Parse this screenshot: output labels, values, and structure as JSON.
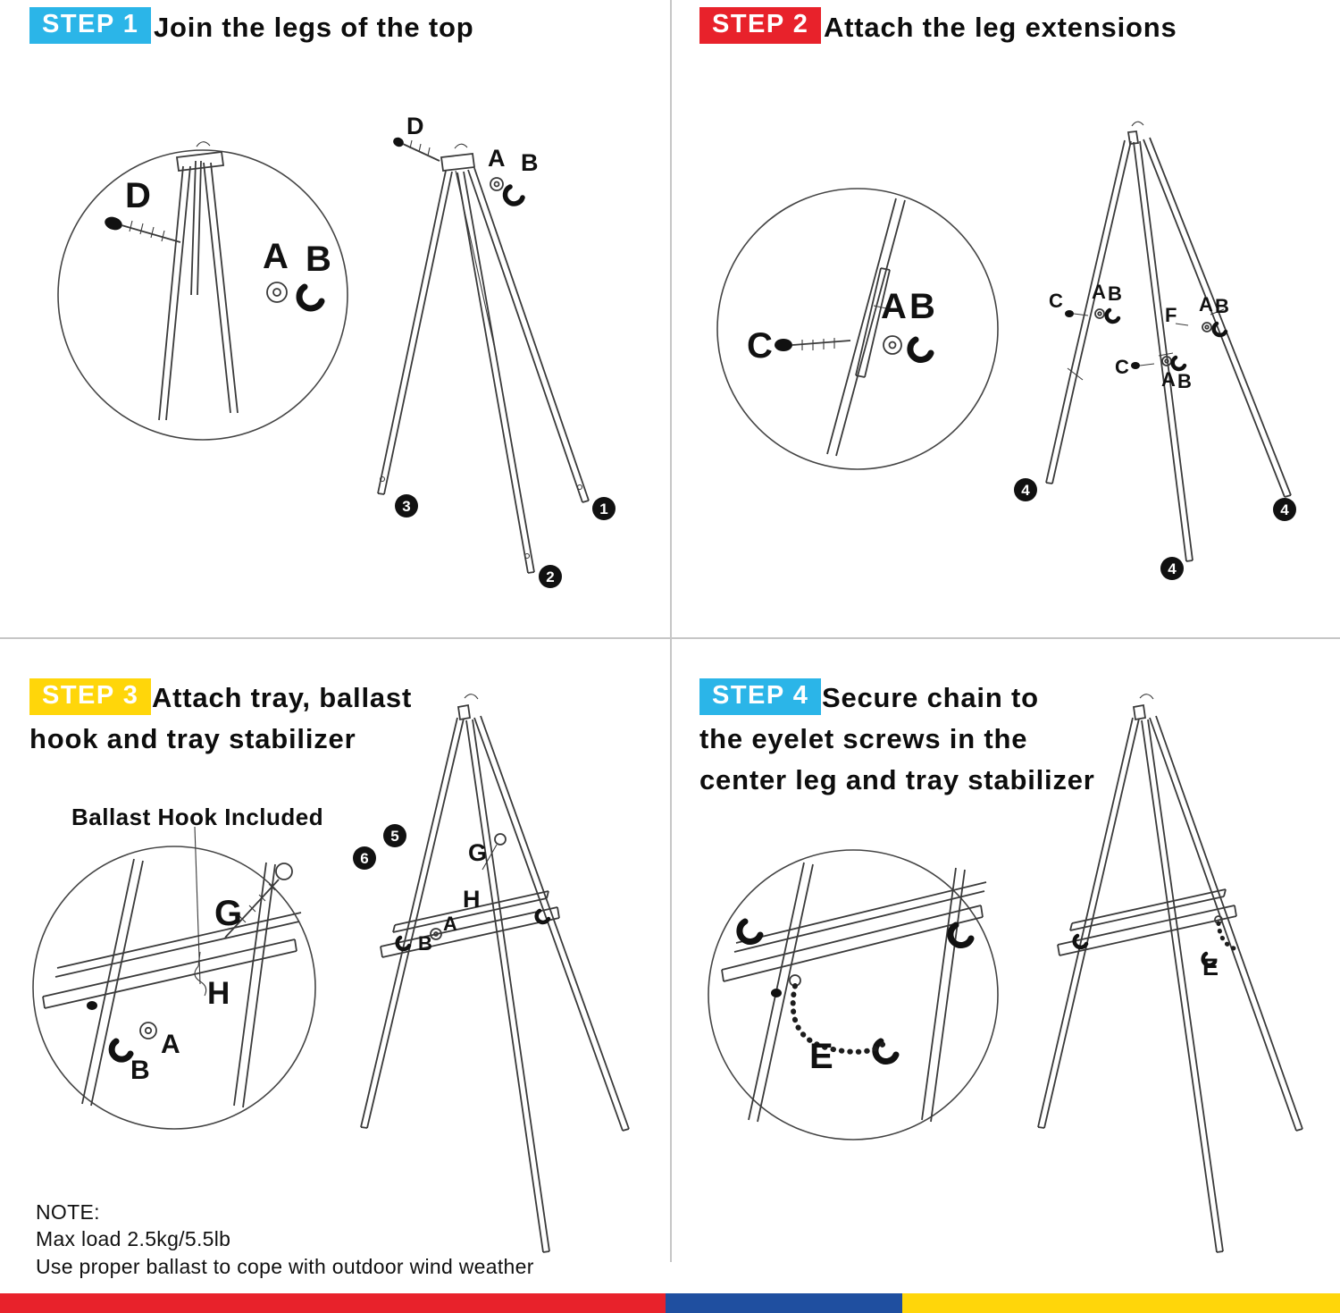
{
  "steps": [
    {
      "badge": "STEP 1",
      "badge_color": "#2bb5e8",
      "title_lines": [
        "Join the legs of the top"
      ],
      "labels": {
        "D": "D",
        "A": "A",
        "B": "B"
      },
      "parts": [
        "1",
        "2",
        "3"
      ]
    },
    {
      "badge": "STEP 2",
      "badge_color": "#e8222b",
      "title_lines": [
        "Attach the leg extensions"
      ],
      "labels": {
        "C": "C",
        "A": "A",
        "B": "B",
        "F": "F"
      },
      "parts": [
        "4",
        "4",
        "4"
      ]
    },
    {
      "badge": "STEP 3",
      "badge_color": "#ffd60a",
      "title_lines": [
        "Attach tray, ballast",
        "hook and tray stabilizer"
      ],
      "callout": "Ballast Hook Included",
      "labels": {
        "G": "G",
        "H": "H",
        "A": "A",
        "B": "B"
      },
      "parts": [
        "5",
        "6"
      ],
      "note_heading": "NOTE:",
      "note_lines": [
        "Max load 2.5kg/5.5lb",
        "Use proper ballast to cope with outdoor wind weather"
      ]
    },
    {
      "badge": "STEP 4",
      "badge_color": "#2bb5e8",
      "title_lines": [
        "Secure chain to",
        "the eyelet screws in the",
        "center leg and tray stabilizer"
      ],
      "labels": {
        "E": "E"
      }
    }
  ],
  "footer_colors": [
    "#e8222b",
    "#1f4fa0",
    "#ffd60a"
  ]
}
